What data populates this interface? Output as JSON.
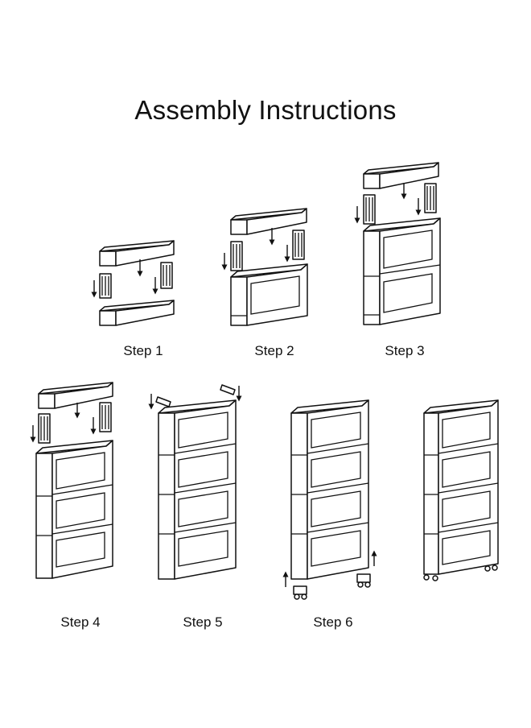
{
  "title": "Assembly Instructions",
  "steps": [
    {
      "label": "Step 1"
    },
    {
      "label": "Step 2"
    },
    {
      "label": "Step 3"
    },
    {
      "label": "Step 4"
    },
    {
      "label": "Step 5"
    },
    {
      "label": "Step 6"
    }
  ],
  "colors": {
    "line": "#111111",
    "background": "#ffffff"
  }
}
